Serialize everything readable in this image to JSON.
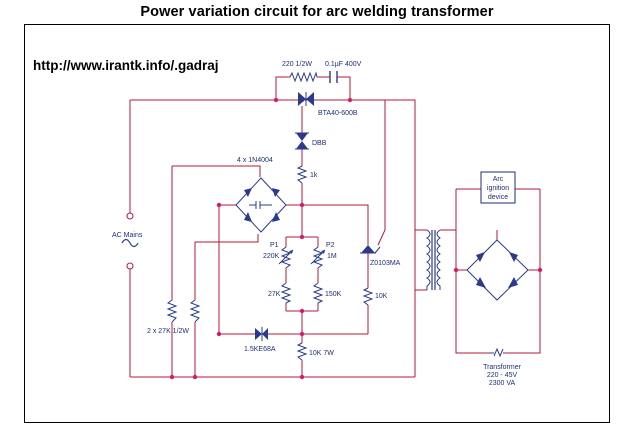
{
  "title": "Power variation circuit for arc welding transformer",
  "url": "http://www.irantk.info/.gadraj",
  "colors": {
    "wire": "#b3183a",
    "component": "#2b3a8c",
    "node": "#d21e6a",
    "text": "#1f2e7a"
  },
  "labels": {
    "r_series": "220  1/2W",
    "c_series": "0.1µF  400V",
    "triac": "BTA40-600B",
    "diac": "DBB",
    "r_1k": "1k",
    "bridge": "4 x 1N4004",
    "ac_mains": "AC Mains",
    "p1": "P1",
    "p1_val": "220K",
    "p2": "P2",
    "p2_val": "1M",
    "scr": "Z0103MA",
    "r_27k": "27K",
    "r_150k": "150K",
    "r_10k": "10K",
    "r_2x27k": "2 x 27K  1/2W",
    "tvs": "1.5KE68A",
    "r_10k7w": "10K  7W",
    "arc_line1": "Arc",
    "arc_line2": "ignition",
    "arc_line3": "device",
    "xfmr_line1": "Transformer",
    "xfmr_line2": "220 - 45V",
    "xfmr_line3": "2300 VA"
  }
}
